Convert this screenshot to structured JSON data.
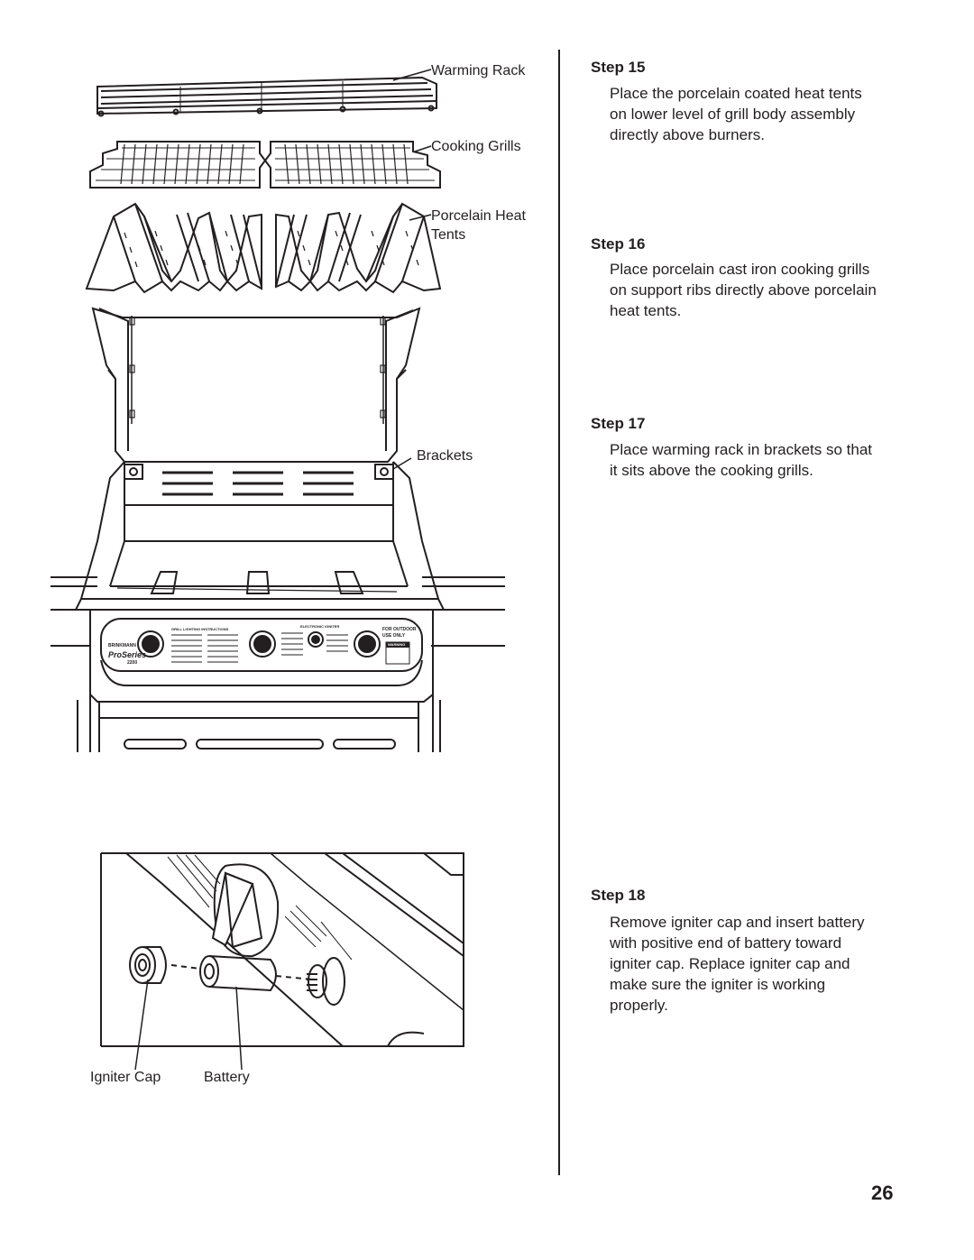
{
  "labels": {
    "warming_rack": "Warming Rack",
    "cooking_grills": "Cooking Grills",
    "heat_tents_1": "Porcelain Heat",
    "heat_tents_2": "Tents",
    "brackets": "Brackets",
    "igniter_cap": "Igniter Cap",
    "battery": "Battery"
  },
  "panel": {
    "brand": "BRINKMANN",
    "model": "ProSeries",
    "number": "2200",
    "lighting": "GRILL LIGHTING INSTRUCTIONS",
    "igniter": "ELECTRONIC IGNITER",
    "outdoor_1": "FOR OUTDOOR",
    "outdoor_2": "USE ONLY",
    "warning": "WARNING"
  },
  "steps": [
    {
      "title": "Step 15",
      "text": "Place the porcelain coated heat tents on lower level of grill body assembly directly above burners."
    },
    {
      "title": "Step 16",
      "text": "Place porcelain cast iron cooking grills on support ribs directly above porcelain heat tents."
    },
    {
      "title": "Step 17",
      "text": "Place warming rack in brackets so that it sits above the cooking grills."
    },
    {
      "title": "Step 18",
      "text": "Remove igniter cap and insert battery with positive end of battery toward igniter cap. Replace igniter cap and make sure the igniter is working properly."
    }
  ],
  "page_number": "26"
}
